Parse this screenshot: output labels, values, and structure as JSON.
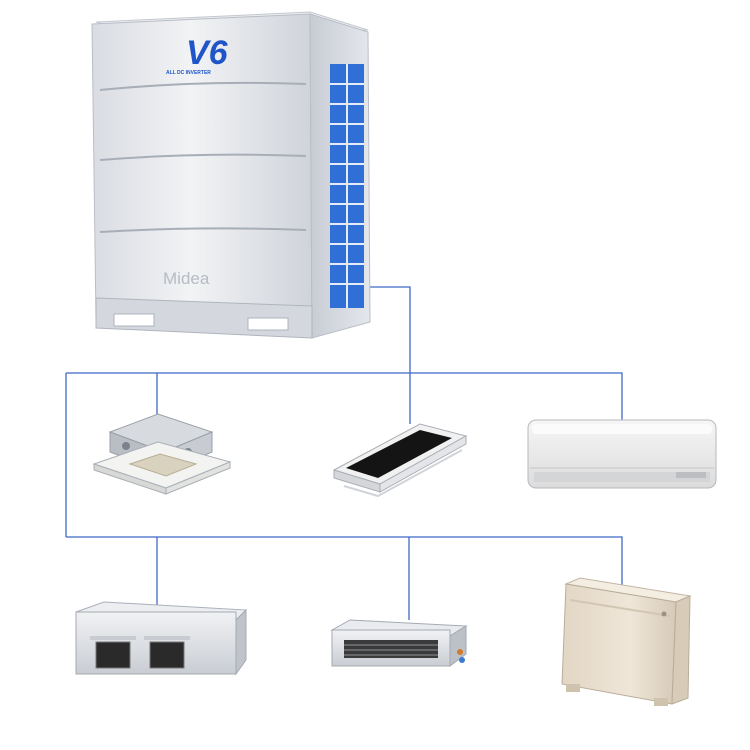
{
  "outdoor_unit": {
    "badge_text": "V6",
    "badge_tagline": "ALL DC INVERTER",
    "brand_text": "Midea",
    "icon": "vrf-outdoor-unit-icon"
  },
  "indoor_units": [
    {
      "icon": "four-way-cassette-icon"
    },
    {
      "icon": "one-way-cassette-icon"
    },
    {
      "icon": "wall-mounted-split-icon"
    },
    {
      "icon": "high-static-duct-icon"
    },
    {
      "icon": "slim-duct-icon"
    },
    {
      "icon": "floor-standing-console-icon"
    }
  ],
  "colors": {
    "pipe_line": "#3f67c8",
    "unit_body": "#e4e6ea",
    "fan_grille": "#2f6fd6",
    "badge_blue": "#1f55c9",
    "console_body": "#e9dfd1",
    "background": "#ffffff"
  }
}
